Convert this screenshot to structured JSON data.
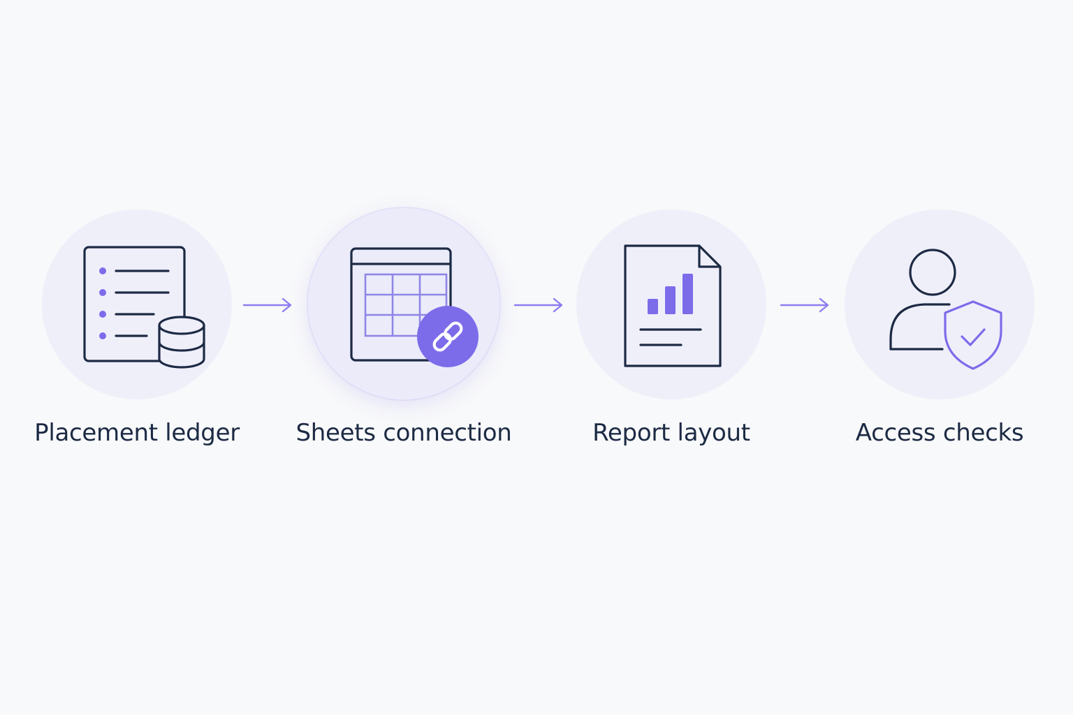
{
  "colors": {
    "background": "#f8f9fa",
    "circle_fill": "#efeffa",
    "icon_stroke": "#1c2a44",
    "accent": "#7c6cea",
    "arrow": "#8b7df0",
    "label_text": "#1c2a44"
  },
  "steps": [
    {
      "label": "Placement ledger",
      "icon": "ledger-database-icon"
    },
    {
      "label": "Sheets connection",
      "icon": "spreadsheet-link-icon"
    },
    {
      "label": "Report layout",
      "icon": "report-chart-icon"
    },
    {
      "label": "Access checks",
      "icon": "user-shield-icon"
    }
  ],
  "connectors": [
    "arrow-right-icon",
    "arrow-right-icon",
    "arrow-right-icon"
  ]
}
